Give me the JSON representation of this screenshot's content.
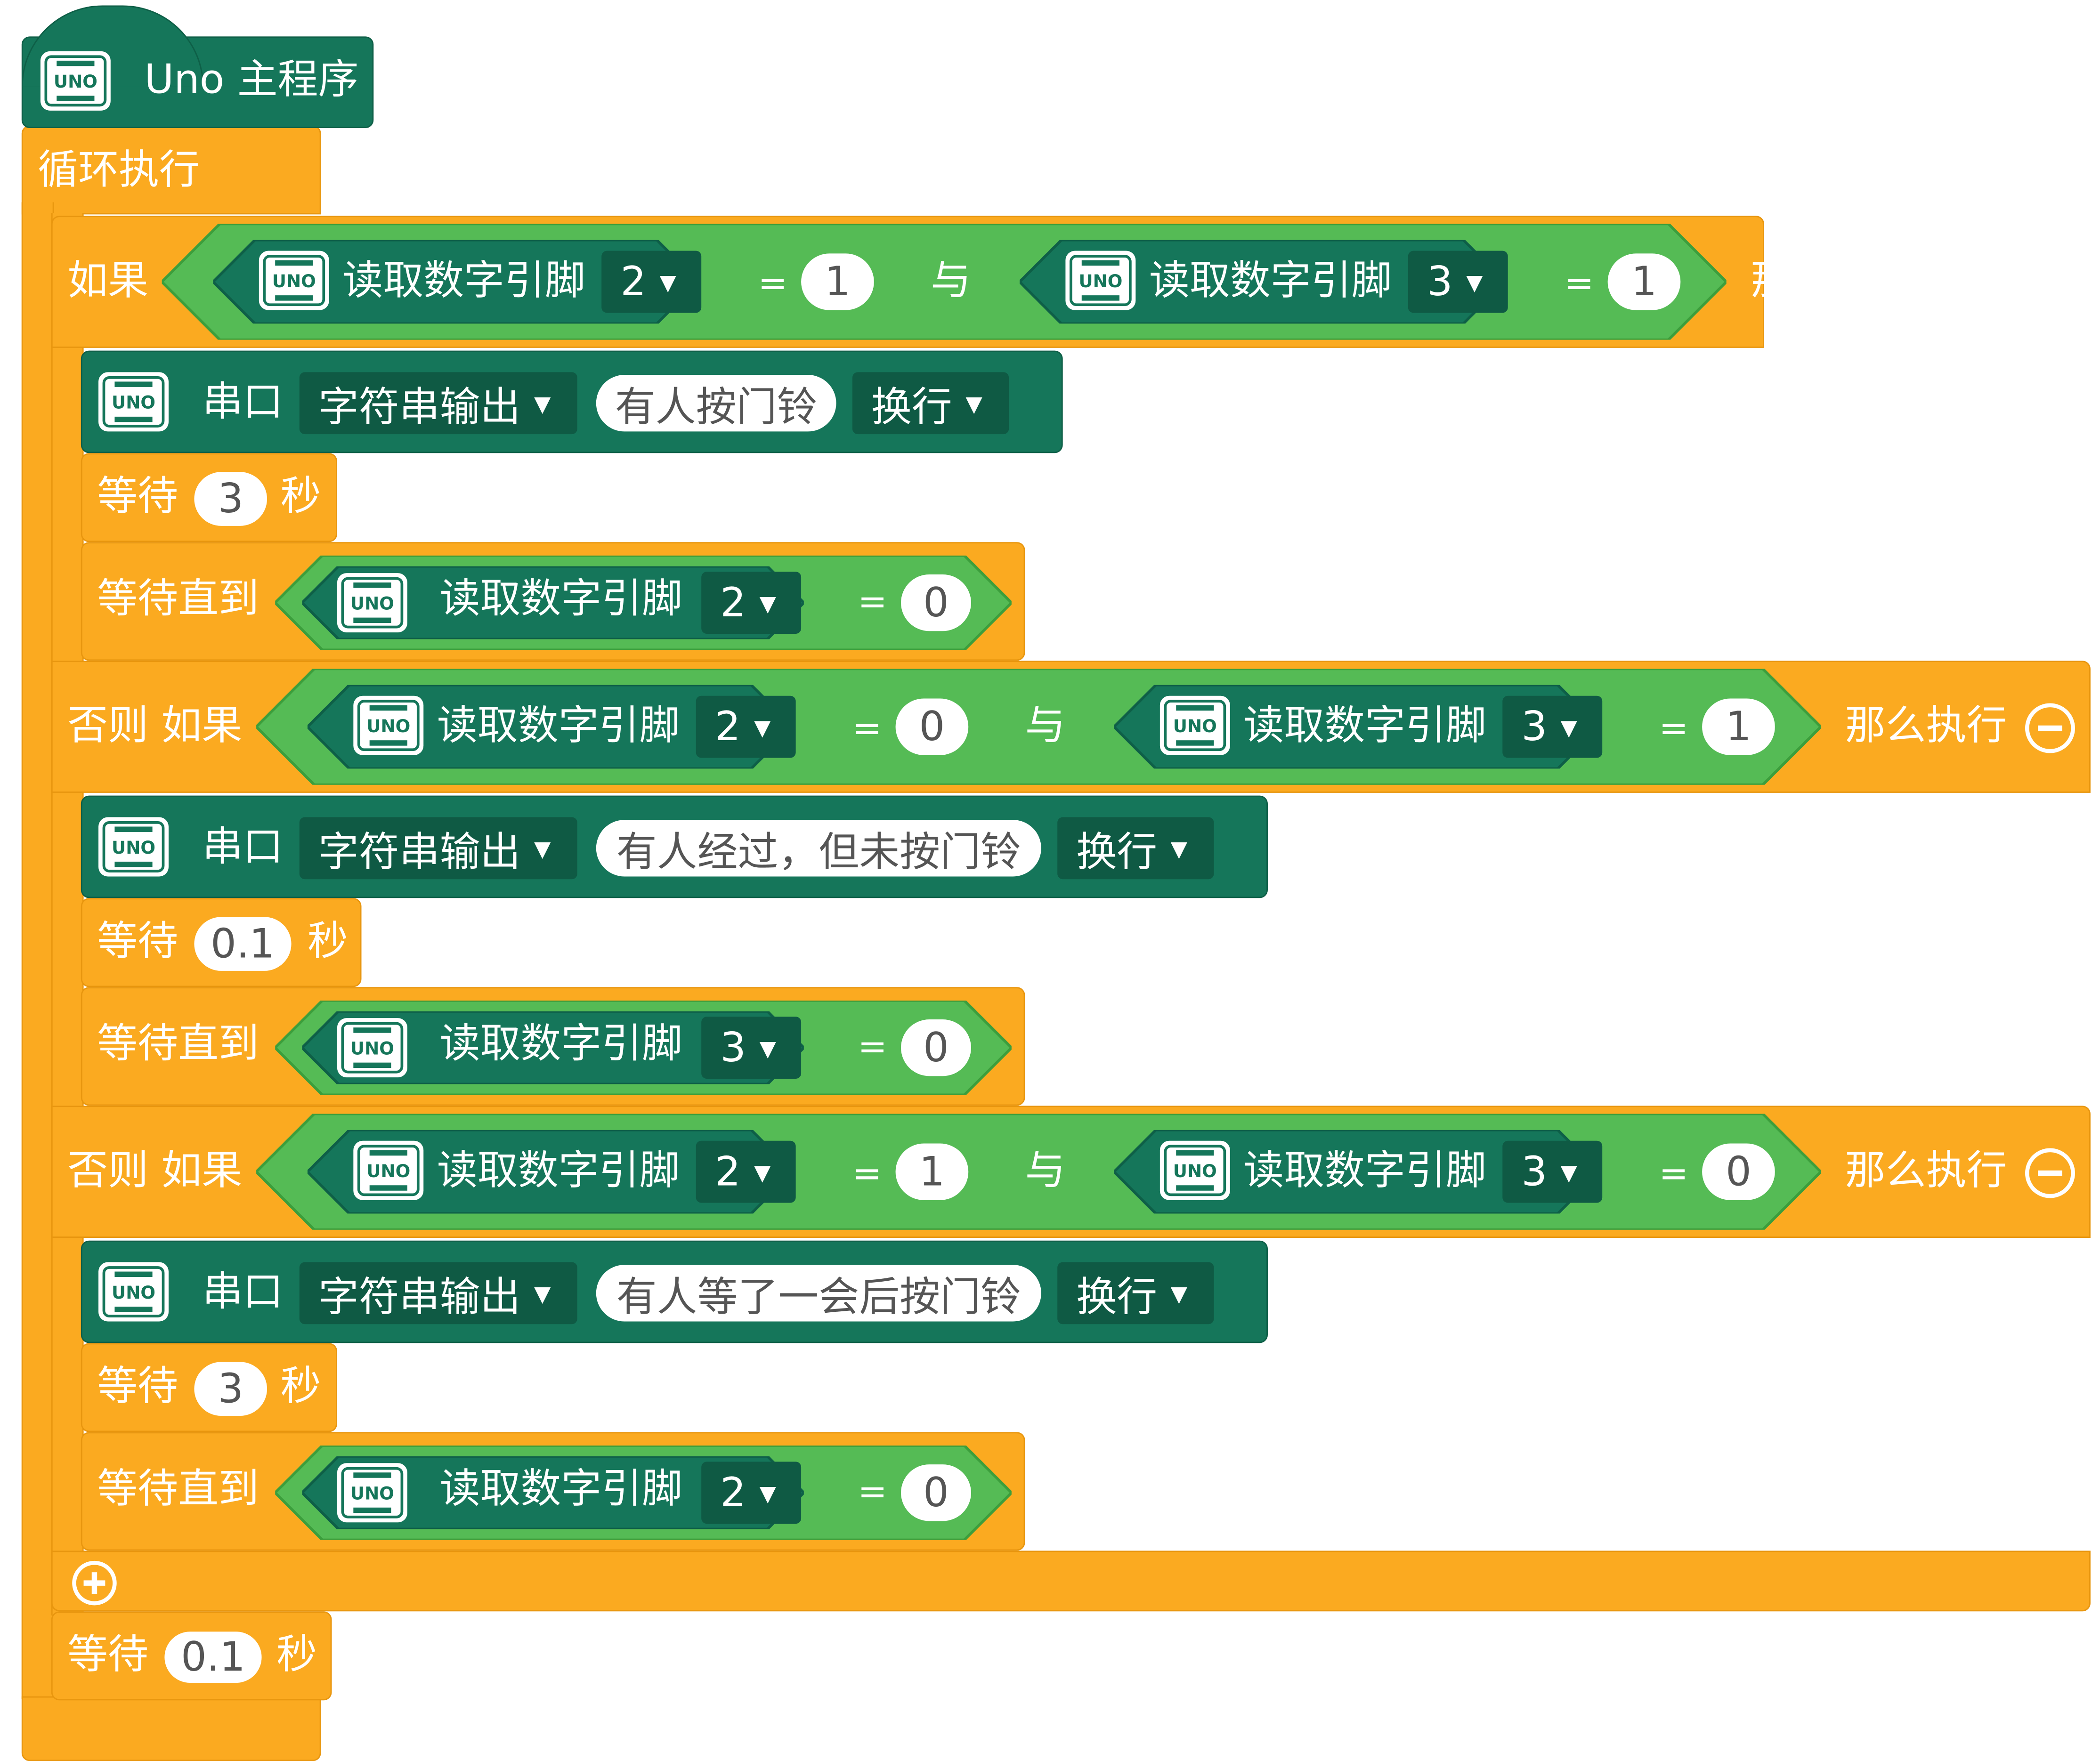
{
  "hat": {
    "title": "Uno 主程序"
  },
  "loop": {
    "label": "循环执行"
  },
  "icons": {
    "board": "uno-board-icon",
    "add": "plus-circle-icon",
    "remove": "minus-circle-icon"
  },
  "colors": {
    "control": "#fbaa20",
    "board": "#15765a",
    "logic": "#55bb55",
    "dropdown": "#0f5a44"
  },
  "if_block": {
    "if_label": "如果",
    "elseif_label": "否则 如果",
    "then_label": "那么执行",
    "and_label": "与",
    "eq_label": "=",
    "read_label": "读取数字引脚",
    "branches": [
      {
        "cond": [
          {
            "pin": "2",
            "value": "1"
          },
          {
            "pin": "3",
            "value": "1"
          }
        ],
        "serial": {
          "label": "串口",
          "mode": "字符串输出",
          "text": "有人按门铃",
          "newline": "换行"
        },
        "wait": {
          "label": "等待",
          "value": "3",
          "unit": "秒"
        },
        "wait_until": {
          "label": "等待直到",
          "pin": "2",
          "value": "0"
        }
      },
      {
        "cond": [
          {
            "pin": "2",
            "value": "0"
          },
          {
            "pin": "3",
            "value": "1"
          }
        ],
        "serial": {
          "label": "串口",
          "mode": "字符串输出",
          "text": "有人经过，但未按门铃",
          "newline": "换行"
        },
        "wait": {
          "label": "等待",
          "value": "0.1",
          "unit": "秒"
        },
        "wait_until": {
          "label": "等待直到",
          "pin": "3",
          "value": "0"
        }
      },
      {
        "cond": [
          {
            "pin": "2",
            "value": "1"
          },
          {
            "pin": "3",
            "value": "0"
          }
        ],
        "serial": {
          "label": "串口",
          "mode": "字符串输出",
          "text": "有人等了一会后按门铃",
          "newline": "换行"
        },
        "wait": {
          "label": "等待",
          "value": "3",
          "unit": "秒"
        },
        "wait_until": {
          "label": "等待直到",
          "pin": "2",
          "value": "0"
        }
      }
    ]
  },
  "final_wait": {
    "label": "等待",
    "value": "0.1",
    "unit": "秒"
  }
}
